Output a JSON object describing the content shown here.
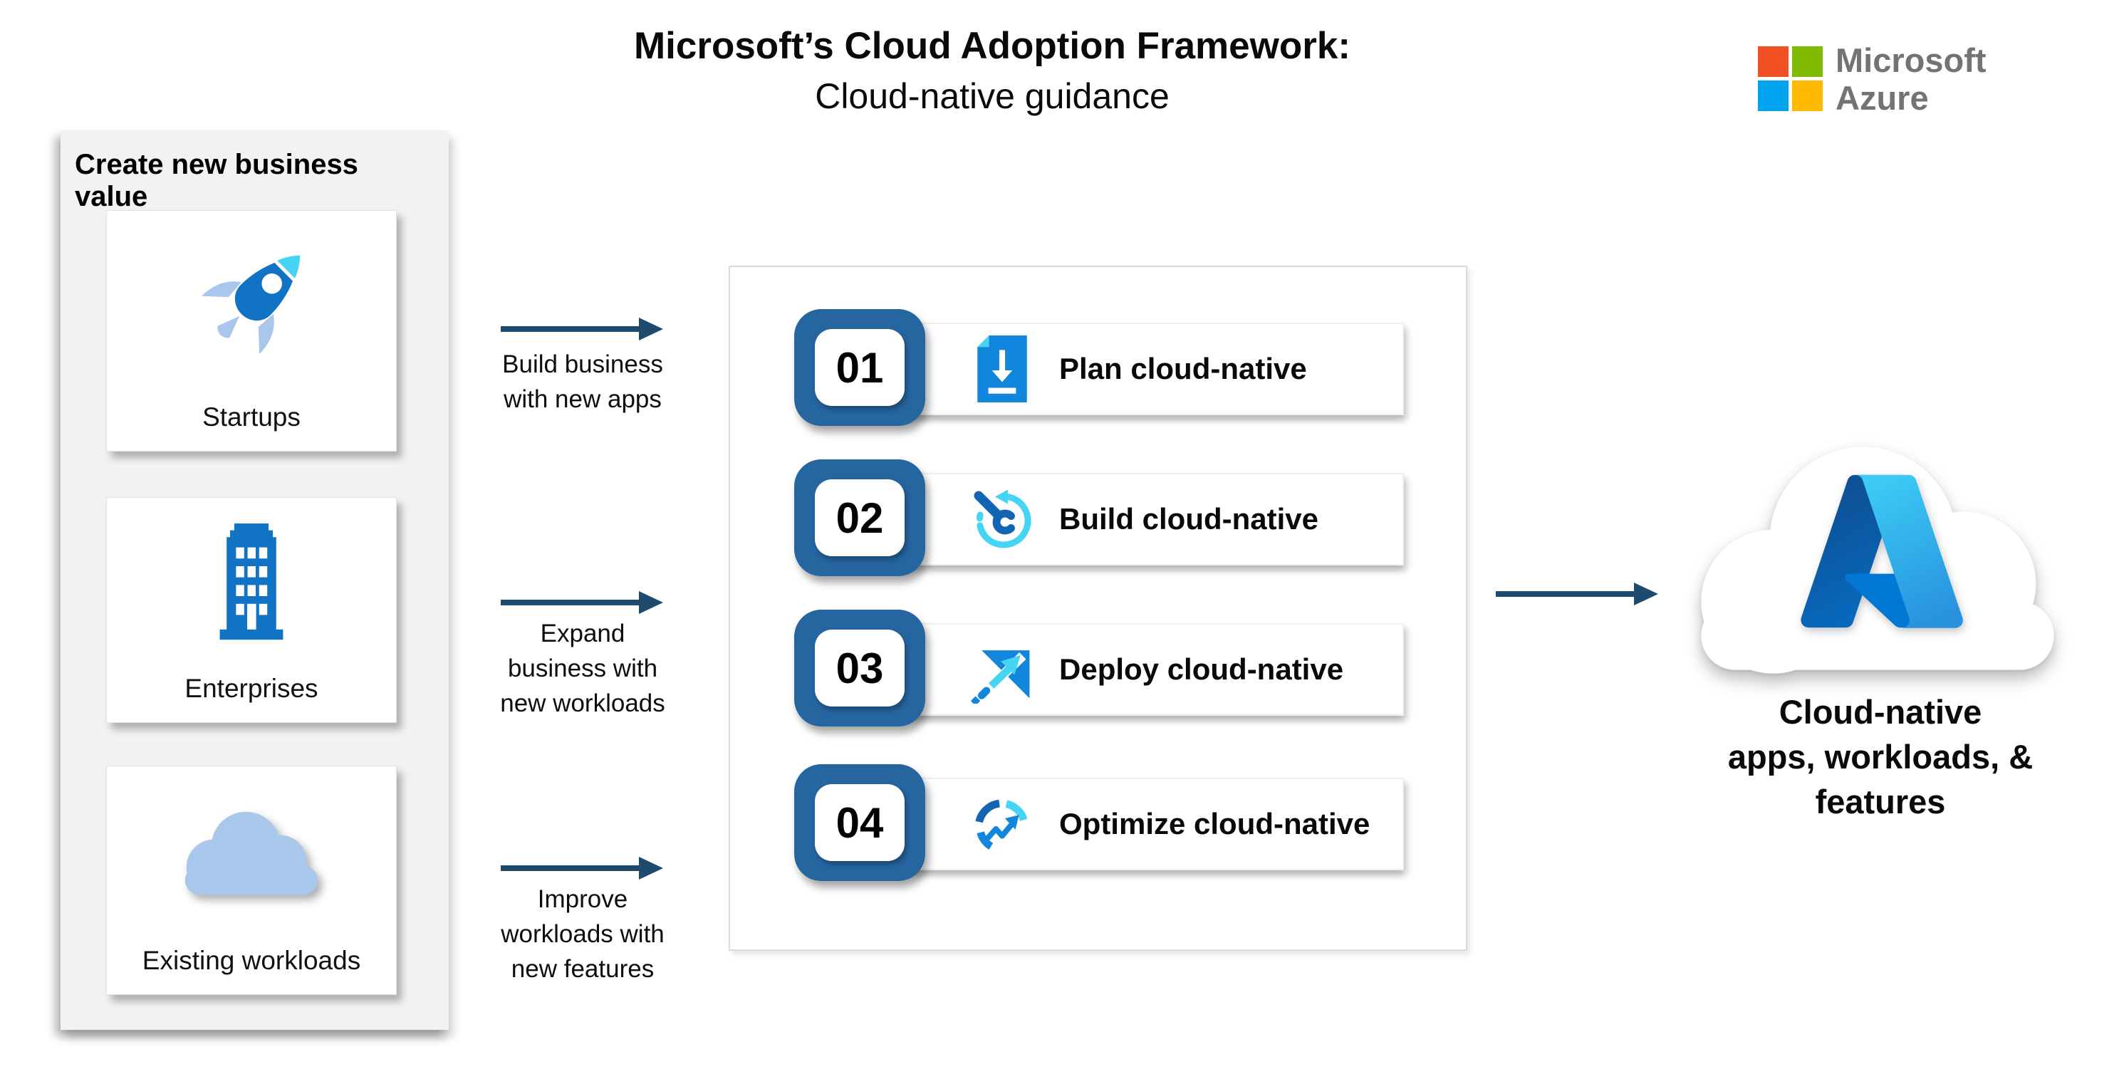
{
  "title": {
    "line1": "Microsoft’s Cloud Adoption Framework:",
    "line2": "Cloud-native guidance"
  },
  "brand": {
    "line1": "Microsoft",
    "line2": "Azure"
  },
  "left_panel": {
    "heading": "Create new business value",
    "cards": [
      {
        "label": "Startups",
        "icon": "rocket-icon"
      },
      {
        "label": "Enterprises",
        "icon": "building-icon"
      },
      {
        "label": "Existing workloads",
        "icon": "cloud-icon"
      }
    ]
  },
  "flow": [
    {
      "lines": [
        "Build business",
        "with new apps"
      ]
    },
    {
      "lines": [
        "Expand",
        "business with",
        "new workloads"
      ]
    },
    {
      "lines": [
        "Improve",
        "workloads with",
        "new features"
      ]
    }
  ],
  "process": {
    "steps": [
      {
        "number": "01",
        "label": "Plan cloud-native",
        "icon": "plan-document-download-icon"
      },
      {
        "number": "02",
        "label": "Build cloud-native",
        "icon": "build-wrench-icon"
      },
      {
        "number": "03",
        "label": "Deploy cloud-native",
        "icon": "deploy-arrow-icon"
      },
      {
        "number": "04",
        "label": "Optimize cloud-native",
        "icon": "optimize-gauge-icon"
      }
    ]
  },
  "result": {
    "lines": [
      "Cloud-native",
      "apps, workloads, &",
      "features"
    ]
  },
  "colors": {
    "accent_navy": "#1E4A6E",
    "badge_blue": "#2565A0",
    "icon_blue": "#1173C4",
    "icon_bright_blue": "#1285DC",
    "icon_cyan": "#45D4F4",
    "icon_light_blue": "#A9C7EB",
    "panel_gray": "#F2F2F2",
    "ms_red": "#F25022",
    "ms_green": "#7FBA00",
    "ms_blue": "#00A4EF",
    "ms_yellow": "#FFB900",
    "logo_text_gray": "#737373"
  }
}
